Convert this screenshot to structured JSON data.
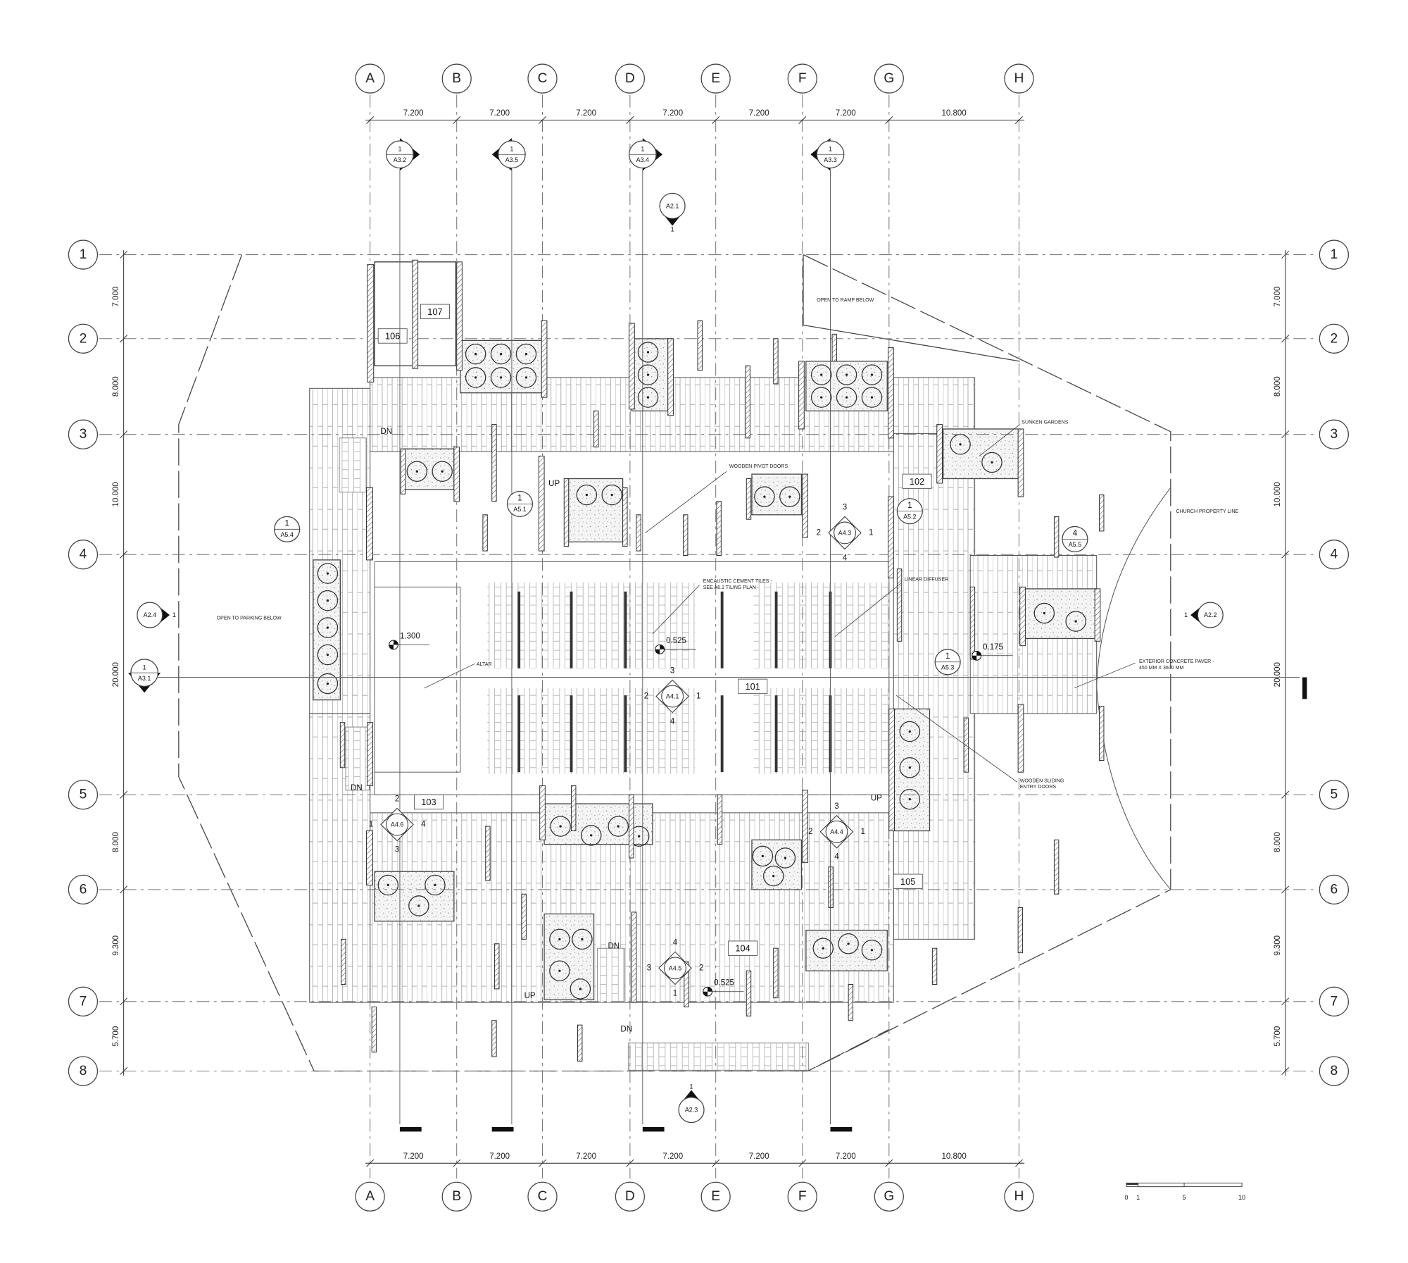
{
  "grid": {
    "columns": [
      "A",
      "B",
      "C",
      "D",
      "E",
      "F",
      "G",
      "H"
    ],
    "rows": [
      "1",
      "2",
      "3",
      "4",
      "5",
      "6",
      "7",
      "8"
    ],
    "column_dims": [
      "7.200",
      "7.200",
      "7.200",
      "7.200",
      "7.200",
      "7.200",
      "10.800"
    ],
    "row_dims": [
      "7.000",
      "8.000",
      "10.000",
      "20.000",
      "8.000",
      "9.300",
      "5.700"
    ]
  },
  "rooms": [
    "101",
    "102",
    "103",
    "104",
    "105",
    "106",
    "107"
  ],
  "notes": {
    "ramp": "OPEN TO RAMP BELOW",
    "parking": "OPEN TO PARKING BELOW",
    "sunken": "SUNKEN GARDENS",
    "pivot": "WOODEN PIVOT DOORS",
    "property": "CHURCH PROPERTY LINE",
    "tiles_1": "ENCAUSTIC CEMENT TILES -",
    "tiles_2": "SEE A6.1 TILING PLAN",
    "diffuser": "LINEAR DIFFUSER",
    "altar": "ALTAR",
    "paver_1": "EXTERIOR CONCRETE PAVER -",
    "paver_2": "450 MM X 3600 MM",
    "sliding_1": "WOODEN SLIDING",
    "sliding_2": "ENTRY DOORS"
  },
  "sections": [
    {
      "num": "1",
      "sheet": "A3.2"
    },
    {
      "num": "1",
      "sheet": "A3.5"
    },
    {
      "num": "1",
      "sheet": "A3.4"
    },
    {
      "num": "1",
      "sheet": "A3.3"
    },
    {
      "num": "1",
      "sheet": "A3.1"
    }
  ],
  "elevations": [
    {
      "num": "1",
      "sheet": "A2.1"
    },
    {
      "num": "1",
      "sheet": "A2.4"
    },
    {
      "num": "1",
      "sheet": "A2.2"
    },
    {
      "num": "1",
      "sheet": "A2.3"
    }
  ],
  "details": [
    {
      "num": "1",
      "sheet": "A5.1"
    },
    {
      "num": "1",
      "sheet": "A5.2"
    },
    {
      "num": "1",
      "sheet": "A5.3"
    },
    {
      "num": "1",
      "sheet": "A5.4"
    },
    {
      "num": "4",
      "sheet": "A5.5"
    }
  ],
  "interior_elevations": [
    {
      "sheet": "A4.1",
      "n": [
        "3",
        "1",
        "4",
        "2"
      ]
    },
    {
      "sheet": "A4.3",
      "n": [
        "3",
        "1",
        "4",
        "2"
      ]
    },
    {
      "sheet": "A4.4",
      "n": [
        "3",
        "1",
        "4",
        "2"
      ]
    },
    {
      "sheet": "A4.5",
      "n": [
        "4",
        "2",
        "1",
        "3"
      ]
    },
    {
      "sheet": "A4.6",
      "n": [
        "2",
        "4",
        "3",
        "1"
      ]
    }
  ],
  "levels": [
    "1.300",
    "0.525",
    "0.175",
    "0.525"
  ],
  "stairs": {
    "down": "DN",
    "up": "UP"
  },
  "scale_bar": [
    "0",
    "1",
    "5",
    "10"
  ]
}
